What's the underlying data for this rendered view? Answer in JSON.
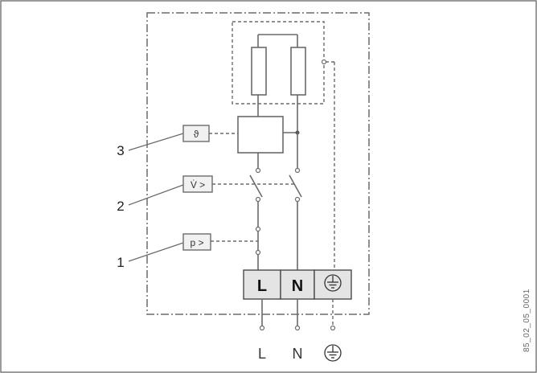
{
  "terminals": {
    "live": "L",
    "neutral": "N"
  },
  "outputs": {
    "live": "L",
    "neutral": "N"
  },
  "controls": {
    "temperature": "ϑ",
    "flow": "V̇ >",
    "pressure": "p >"
  },
  "callouts": {
    "c3": "3",
    "c2": "2",
    "c1": "1"
  },
  "figure_code": "85_02_05_0001",
  "icons": {
    "ground": "ground-icon"
  },
  "colors": {
    "line": "#6b6b6b",
    "terminal_fill": "#e4e4e4",
    "border": "#7a7a7a"
  }
}
